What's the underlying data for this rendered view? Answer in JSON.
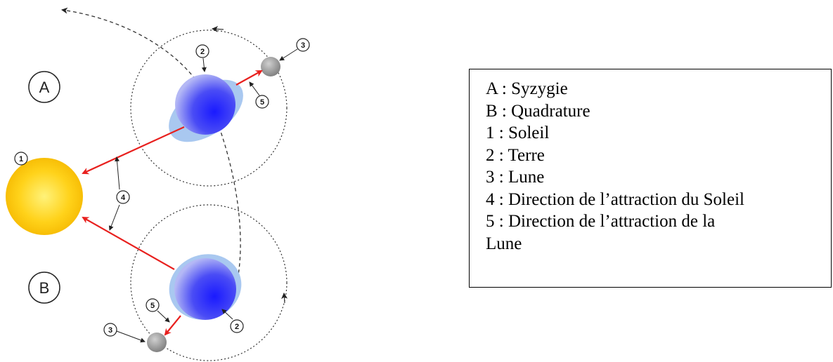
{
  "figure": {
    "scenes": [
      {
        "id": "A",
        "label": "A"
      },
      {
        "id": "B",
        "label": "B"
      }
    ],
    "callouts": [
      "1",
      "2",
      "3",
      "4",
      "5"
    ],
    "colors": {
      "sun": "#ffd200",
      "earth": "#3b3bff",
      "tide_bulge": "#a9c8f0",
      "moon": "#9a9a9a",
      "force_arrow": "#e8201e",
      "orbit": "#333333"
    }
  },
  "legend": {
    "items": [
      "A : Syzygie",
      "B : Quadrature",
      "1 : Soleil",
      "2 : Terre",
      "3 : Lune",
      "4 : Direction de l’attraction du Soleil",
      "5 : Direction de l’attraction de la",
      "Lune"
    ]
  }
}
